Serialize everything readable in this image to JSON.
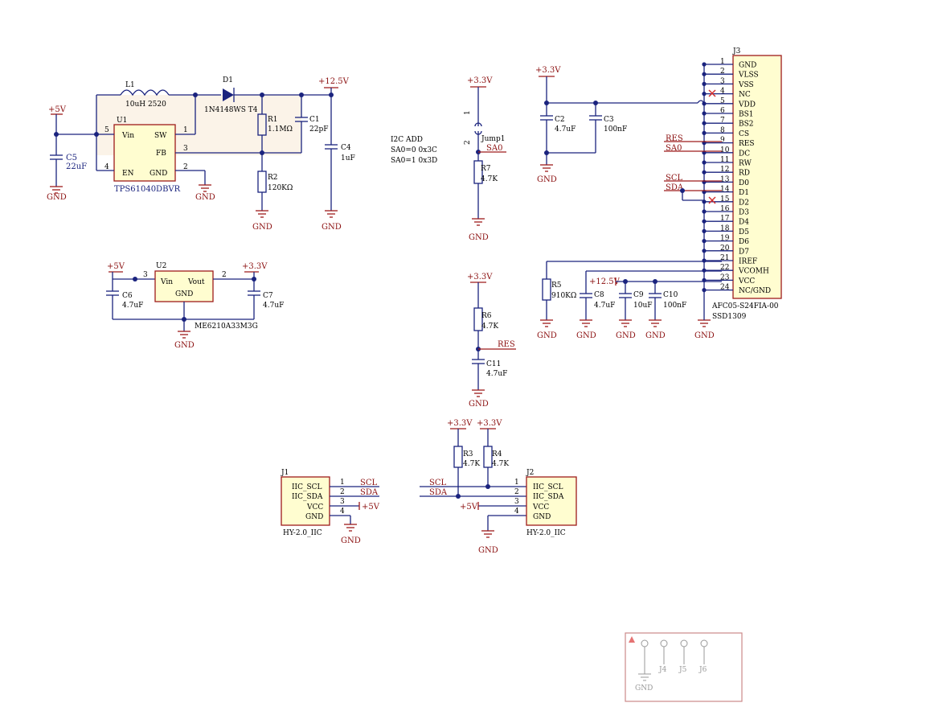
{
  "power": {
    "p5v": "+5V",
    "p125": "+12.5V",
    "p33": "+3.3V",
    "gnd": "GND"
  },
  "u1": {
    "ref": "U1",
    "part": "TPS61040DBVR",
    "vin": "Vin",
    "sw": "SW",
    "fb": "FB",
    "en": "EN",
    "gnd": "GND",
    "p1": "1",
    "p2": "2",
    "p3": "3",
    "p4": "4",
    "p5": "5"
  },
  "l1": {
    "ref": "L1",
    "val": "10uH 2520"
  },
  "d1": {
    "ref": "D1",
    "val": "1N4148WS T4"
  },
  "r1": {
    "ref": "R1",
    "val": "1.1MΩ"
  },
  "r2": {
    "ref": "R2",
    "val": "120KΩ"
  },
  "c1": {
    "ref": "C1",
    "val": "22pF"
  },
  "c4": {
    "ref": "C4",
    "val": "1uF"
  },
  "c5": {
    "ref": "C5",
    "val": "22uF"
  },
  "u2": {
    "ref": "U2",
    "part": "ME6210A33M3G",
    "vin": "Vin",
    "vout": "Vout",
    "gnd": "GND",
    "p3": "3",
    "p2": "2"
  },
  "c6": {
    "ref": "C6",
    "val": "4.7uF"
  },
  "c7": {
    "ref": "C7",
    "val": "4.7uF"
  },
  "i2c_note": [
    "I2C ADD",
    "SA0=0 0x3C",
    "SA0=1 0x3D"
  ],
  "jump1": {
    "ref": "Jump1",
    "net": "SA0",
    "p1": "1",
    "p2": "2"
  },
  "r7": {
    "ref": "R7",
    "val": "4.7K"
  },
  "c2": {
    "ref": "C2",
    "val": "4.7uF"
  },
  "c3": {
    "ref": "C3",
    "val": "100nF"
  },
  "r6": {
    "ref": "R6",
    "val": "4.7K"
  },
  "c11": {
    "ref": "C11",
    "val": "4.7uF"
  },
  "res_net": "RES",
  "r3": {
    "ref": "R3",
    "val": "4.7K"
  },
  "r4": {
    "ref": "R4",
    "val": "4.7K"
  },
  "j1": {
    "ref": "J1",
    "part": "HY-2.0_IIC",
    "pins": [
      "IIC_SCL",
      "IIC_SDA",
      "VCC",
      "GND"
    ],
    "nums": [
      "1",
      "2",
      "3",
      "4"
    ],
    "nets": [
      "SCL",
      "SDA",
      "+5V"
    ]
  },
  "j2": {
    "ref": "J2",
    "part": "HY-2.0_IIC",
    "pins": [
      "IIC_SCL",
      "IIC_SDA",
      "VCC",
      "GND"
    ],
    "nums": [
      "1",
      "2",
      "3",
      "4"
    ],
    "nets": [
      "SCL",
      "SDA",
      "+5V"
    ]
  },
  "r5": {
    "ref": "R5",
    "val": "910KΩ"
  },
  "c8": {
    "ref": "C8",
    "val": "4.7uF"
  },
  "c9": {
    "ref": "C9",
    "val": "10uF"
  },
  "c10": {
    "ref": "C10",
    "val": "100nF"
  },
  "j3": {
    "ref": "J3",
    "part": "AFC05-S24FIA-00",
    "part2": "SSD1309",
    "pins": [
      "GND",
      "VLSS",
      "VSS",
      "NC",
      "VDD",
      "BS1",
      "BS2",
      "CS",
      "RES",
      "DC",
      "RW",
      "RD",
      "D0",
      "D1",
      "D2",
      "D3",
      "D4",
      "D5",
      "D6",
      "D7",
      "IREF",
      "VCOMH",
      "VCC",
      "NC/GND"
    ],
    "nums": [
      "1",
      "2",
      "3",
      "4",
      "5",
      "6",
      "7",
      "8",
      "9",
      "10",
      "11",
      "12",
      "13",
      "14",
      "15",
      "16",
      "17",
      "18",
      "19",
      "20",
      "21",
      "22",
      "23",
      "24"
    ],
    "nets": {
      "res": "RES",
      "sa0": "SA0",
      "scl": "SCL",
      "sda": "SDA"
    }
  },
  "holes": {
    "labels": [
      "J4",
      "J5",
      "J6"
    ],
    "gnd": "GND"
  }
}
